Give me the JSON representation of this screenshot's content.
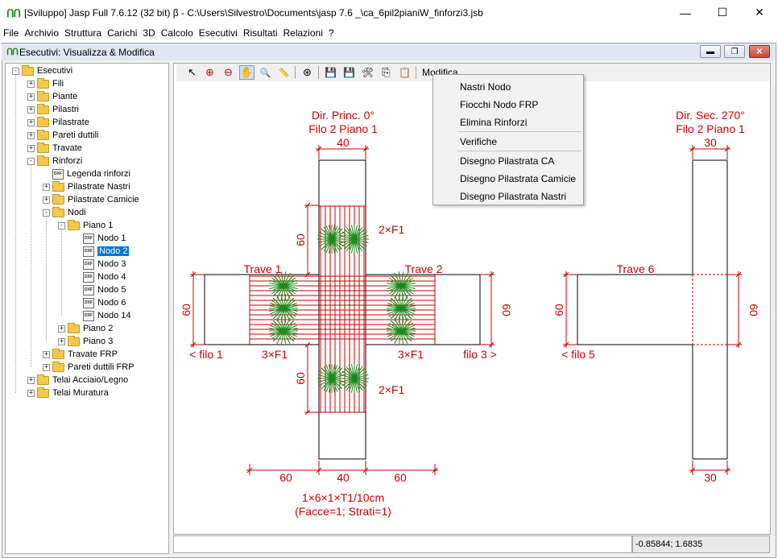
{
  "window": {
    "icon": "ՈՈ",
    "title": "[Sviluppo] Jasp Full 7.6.12 (32 bit)  β - C:\\Users\\Silvestro\\Documents\\jasp 7.6 _\\ca_6pil2pianiW_finforzi3.jsb",
    "minimize": "—",
    "maximize": "☐",
    "close": "✕"
  },
  "menu": [
    "File",
    "Archivio",
    "Struttura",
    "Carichi",
    "3D",
    "Calcolo",
    "Esecutivi",
    "Risultati",
    "Relazioni",
    "?"
  ],
  "inner_window": {
    "icon": "ՈՈ",
    "title": "Esecutivi: Visualizza & Modifica",
    "minimize": "▬",
    "restore": "❐",
    "close": "✕"
  },
  "tree": [
    {
      "label": "Esecutivi",
      "level": 0,
      "expander": "-",
      "icon": "folder-open-icon"
    },
    {
      "label": "Fili",
      "level": 1,
      "expander": "+",
      "icon": "folder-icon"
    },
    {
      "label": "Piante",
      "level": 1,
      "expander": "+",
      "icon": "folder-icon"
    },
    {
      "label": "Pilastri",
      "level": 1,
      "expander": "+",
      "icon": "folder-icon"
    },
    {
      "label": "Pilastrate",
      "level": 1,
      "expander": "+",
      "icon": "folder-icon"
    },
    {
      "label": "Pareti duttili",
      "level": 1,
      "expander": "+",
      "icon": "folder-icon"
    },
    {
      "label": "Travate",
      "level": 1,
      "expander": "+",
      "icon": "folder-icon"
    },
    {
      "label": "Rinforzi",
      "level": 1,
      "expander": "-",
      "icon": "folder-open-icon"
    },
    {
      "label": "Legenda rinforzi",
      "level": 2,
      "expander": "",
      "icon": "dxf-file-icon"
    },
    {
      "label": "Pilastrate Nastri",
      "level": 2,
      "expander": "+",
      "icon": "folder-icon"
    },
    {
      "label": "Pilastrate Camicie",
      "level": 2,
      "expander": "+",
      "icon": "folder-icon"
    },
    {
      "label": "Nodi",
      "level": 2,
      "expander": "-",
      "icon": "folder-open-icon"
    },
    {
      "label": "Piano 1",
      "level": 3,
      "expander": "-",
      "icon": "folder-open-icon"
    },
    {
      "label": "Nodo 1",
      "level": 4,
      "expander": "",
      "icon": "dxf-file-icon"
    },
    {
      "label": "Nodo 2",
      "level": 4,
      "expander": "",
      "icon": "dxf-file-icon",
      "selected": true
    },
    {
      "label": "Nodo 3",
      "level": 4,
      "expander": "",
      "icon": "dxf-file-icon"
    },
    {
      "label": "Nodo 4",
      "level": 4,
      "expander": "",
      "icon": "dxf-file-icon"
    },
    {
      "label": "Nodo 5",
      "level": 4,
      "expander": "",
      "icon": "dxf-file-icon"
    },
    {
      "label": "Nodo 6",
      "level": 4,
      "expander": "",
      "icon": "dxf-file-icon"
    },
    {
      "label": "Nodo 14",
      "level": 4,
      "expander": "",
      "icon": "dxf-file-icon"
    },
    {
      "label": "Piano 2",
      "level": 3,
      "expander": "+",
      "icon": "folder-icon"
    },
    {
      "label": "Piano 3",
      "level": 3,
      "expander": "+",
      "icon": "folder-icon"
    },
    {
      "label": "Travate FRP",
      "level": 2,
      "expander": "+",
      "icon": "folder-icon"
    },
    {
      "label": "Pareti duttili FRP",
      "level": 2,
      "expander": "+",
      "icon": "folder-icon"
    },
    {
      "label": "Telai Acciaio/Legno",
      "level": 1,
      "expander": "+",
      "icon": "folder-icon"
    },
    {
      "label": "Telai Muratura",
      "level": 1,
      "expander": "+",
      "icon": "folder-icon"
    }
  ],
  "toolbar": {
    "modifica_label": "Modifica",
    "icons": {
      "pointer": "↖",
      "zoom_in": "⊕",
      "zoom_out": "⊖",
      "pan": "✋",
      "zoom_window": "🔍",
      "measure": "📏",
      "zoom_all": "⊛",
      "save": "💾",
      "save_as": "💾",
      "tools": "🛠",
      "copy": "⎘",
      "paste": "📋"
    }
  },
  "context_menu": {
    "items": [
      "Nastri Nodo",
      "Fiocchi Nodo FRP",
      "Elimina Rinforzi",
      "Verifiche",
      "Disegno Pilastrata CA",
      "Disegno Pilastrata Camicie",
      "Disegno Pilastrata Nastri"
    ]
  },
  "drawing": {
    "color": "#cc0000",
    "fiber_color": "#1a8c1a",
    "left_view": {
      "title1": "Dir. Princ. 0°",
      "title2": "Filo 2 Piano 1",
      "col_width": "40",
      "beam_left": "Trave 1",
      "beam_right": "Trave 2",
      "beam_height_left": "60",
      "beam_height_right": "60",
      "col_dim_top": "60",
      "col_dim_bottom": "60",
      "filo_left": "< filo 1",
      "filo_right": "filo 3 >",
      "fiocchi_top": "2×F1",
      "fiocchi_bottom": "2×F1",
      "fiocchi_left": "3×F1",
      "fiocchi_right": "3×F1",
      "bottom_dims": [
        "60",
        "40",
        "60"
      ],
      "note1": "1×6×1×T1/10cm",
      "note2": "(Facce=1; Strati=1)"
    },
    "right_view": {
      "title1": "Dir. Sec. 270°",
      "title2": "Filo 2 Piano 1",
      "col_width_top": "30",
      "col_width_bottom": "30",
      "beam": "Trave 6",
      "beam_height_left": "60",
      "beam_height_right": "60",
      "filo_left": "< filo 5"
    }
  },
  "status": {
    "coords": "-0.85844; 1.6835"
  }
}
